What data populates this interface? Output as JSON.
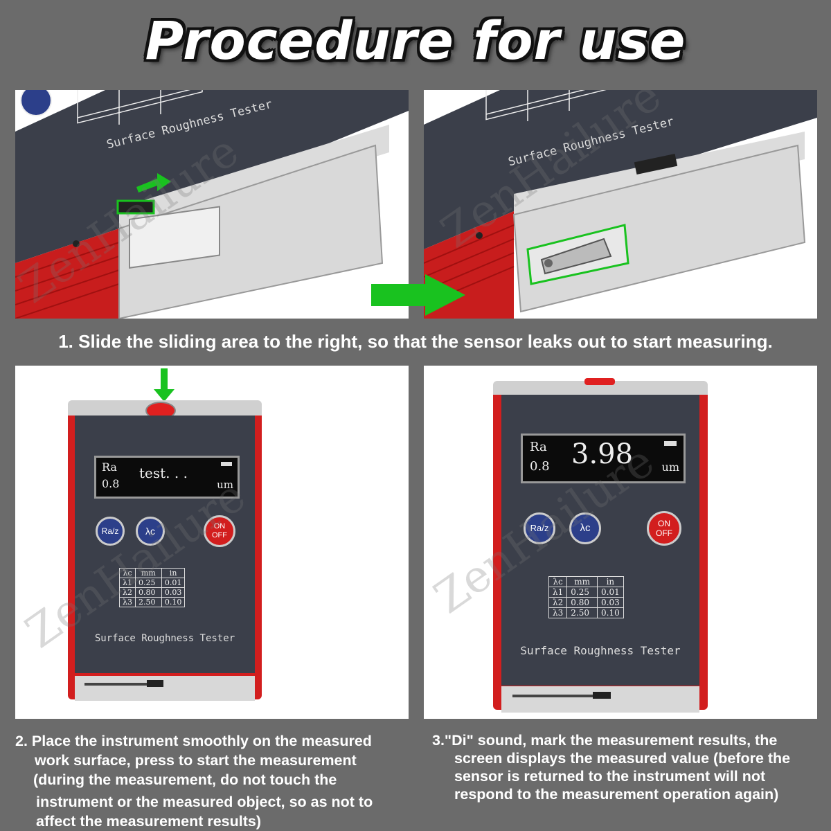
{
  "title": "Procedure for use",
  "watermark": "ZenHailure",
  "steps": [
    {
      "caption": "1. Slide the sliding area to the right, so that the sensor leaks out to start measuring."
    },
    {
      "caption_lines": [
        "2. Place the instrument smoothly on the measured",
        "work surface, press to start the measurement",
        "(during the measurement, do not touch the",
        "instrument or the measured object, so as not to",
        "affect the measurement results)"
      ]
    },
    {
      "caption_lines": [
        "3.\"Di\" sound, mark the measurement results, the",
        "screen displays the measured value (before the",
        "sensor is returned to the instrument will not",
        "respond to the measurement operation again)"
      ]
    }
  ],
  "device": {
    "name": "Surface Roughness Tester",
    "buttons": {
      "ra": "Ra/z",
      "lc": "λc",
      "on": "ON",
      "off": "OFF"
    },
    "table": {
      "header": [
        "λc",
        "mm",
        "in"
      ],
      "rows": [
        [
          "λ1",
          "0.25",
          "0.01"
        ],
        [
          "λ2",
          "0.80",
          "0.03"
        ],
        [
          "λ3",
          "2.50",
          "0.10"
        ]
      ]
    },
    "screen_testing": {
      "param": "Ra",
      "cutoff": "0.8",
      "status": "test. . .",
      "unit": "um"
    },
    "screen_result": {
      "param": "Ra",
      "cutoff": "0.8",
      "value": "3.98",
      "unit": "um"
    }
  },
  "colors": {
    "device_red": "#d21e1e",
    "device_panel": "#3b3f4a",
    "arrow_green": "#19c21f",
    "background": "#6b6b6b"
  }
}
